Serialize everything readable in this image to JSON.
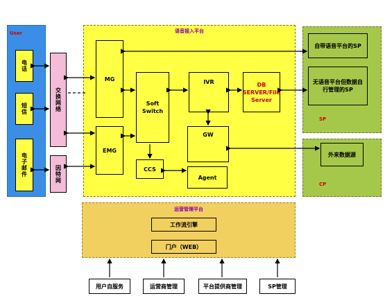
{
  "user": {
    "title": "User",
    "phone": "电话",
    "sms": "短信",
    "email": "电子邮件"
  },
  "networks": {
    "switch_net": "交换网络",
    "internet": "因特网"
  },
  "voice_platform": {
    "title": "语音接入平台",
    "mg": "MG",
    "emg": "EMG",
    "softswitch": "Soft Switch",
    "ivr": "IVR",
    "db_server": "DB SERVER/File Server",
    "gw": "GW",
    "ccs": "CCS",
    "agent": "Agent"
  },
  "sp": {
    "title": "SP",
    "box1": "自带语音平台的SP",
    "box2": "无语音平台但数据自行管理的SP"
  },
  "cp": {
    "title": "CP",
    "box1": "外来数据源"
  },
  "ops": {
    "title": "运营管理平台",
    "engine": "工作流引擎",
    "portal": "门户（WEB）"
  },
  "bottom": {
    "b1": "用户自服务",
    "b2": "运营商管理",
    "b3": "平台提供商管理",
    "b4": "SP管理"
  }
}
